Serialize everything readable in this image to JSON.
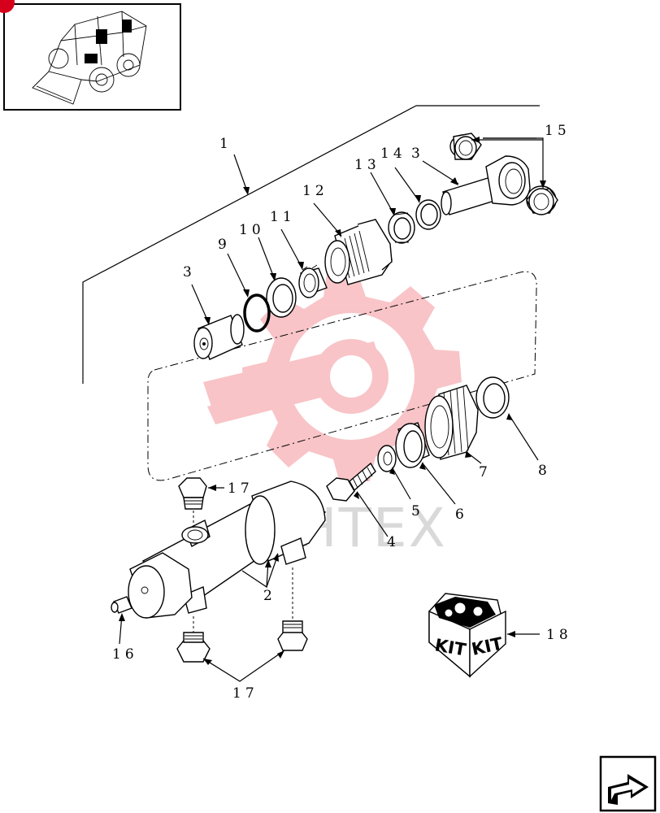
{
  "callouts": {
    "c1": "1",
    "c2": "2",
    "c3a": "3",
    "c3b": "3",
    "c4": "4",
    "c5": "5",
    "c6": "6",
    "c7": "7",
    "c8": "8",
    "c9": "9",
    "c10": "10",
    "c11": "11",
    "c12": "12",
    "c13": "13",
    "c14": "14",
    "c15": "15",
    "c16": "16",
    "c17a": "17",
    "c17b": "17",
    "c18": "18"
  },
  "kit_box": {
    "face_left": "KIT",
    "face_right": "KIT"
  },
  "watermark": {
    "text": "MHTEX",
    "color": "#e8303a"
  },
  "icons": {
    "machine_thumbnail": "skid-steer-loader-icon",
    "next_page": "next-page-arrow-icon"
  }
}
